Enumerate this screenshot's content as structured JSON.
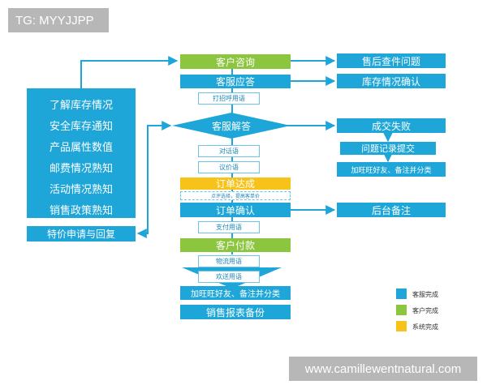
{
  "header": {
    "tag": "TG: MYYJJPP"
  },
  "watermark": "www.camillewentnatural.com",
  "left_panel": {
    "items": [
      "了解库存情况",
      "安全库存通知",
      "产品属性数值",
      "邮费情况熟知",
      "活动情况熟知",
      "销售政策熟知"
    ],
    "bottom": "特价申请与回复"
  },
  "flow": {
    "consult": "客户咨询",
    "respond": "客服应答",
    "greeting": "打招呼用语",
    "answer": "客服解答",
    "dialogue": "对话语",
    "bargain": "议价语",
    "order_reached": "订单达成",
    "reached_note": "点评选择，提高客单价",
    "order_confirm": "订单确认",
    "pay_terms": "支付用语",
    "payment": "客户付款",
    "logistics": "物流用语",
    "farewell": "欢送用语",
    "add_friend": "加旺旺好友、备注并分类",
    "report": "销售报表备份"
  },
  "right": {
    "after_sale": "售后查件问题",
    "stock_confirm": "库存情况确认",
    "deal_fail": "成交失败",
    "issue_record": "问题记录提交",
    "add_friend": "加旺旺好友、备注并分类",
    "backend_note": "后台备注"
  },
  "legend": [
    {
      "label": "客服完成",
      "color": "#1ea6d9"
    },
    {
      "label": "客户完成",
      "color": "#8cc63f"
    },
    {
      "label": "系统完成",
      "color": "#f7c21a"
    }
  ],
  "colors": {
    "blue": "#1ea6d9",
    "green": "#8cc63f",
    "yellow": "#f7c21a"
  }
}
